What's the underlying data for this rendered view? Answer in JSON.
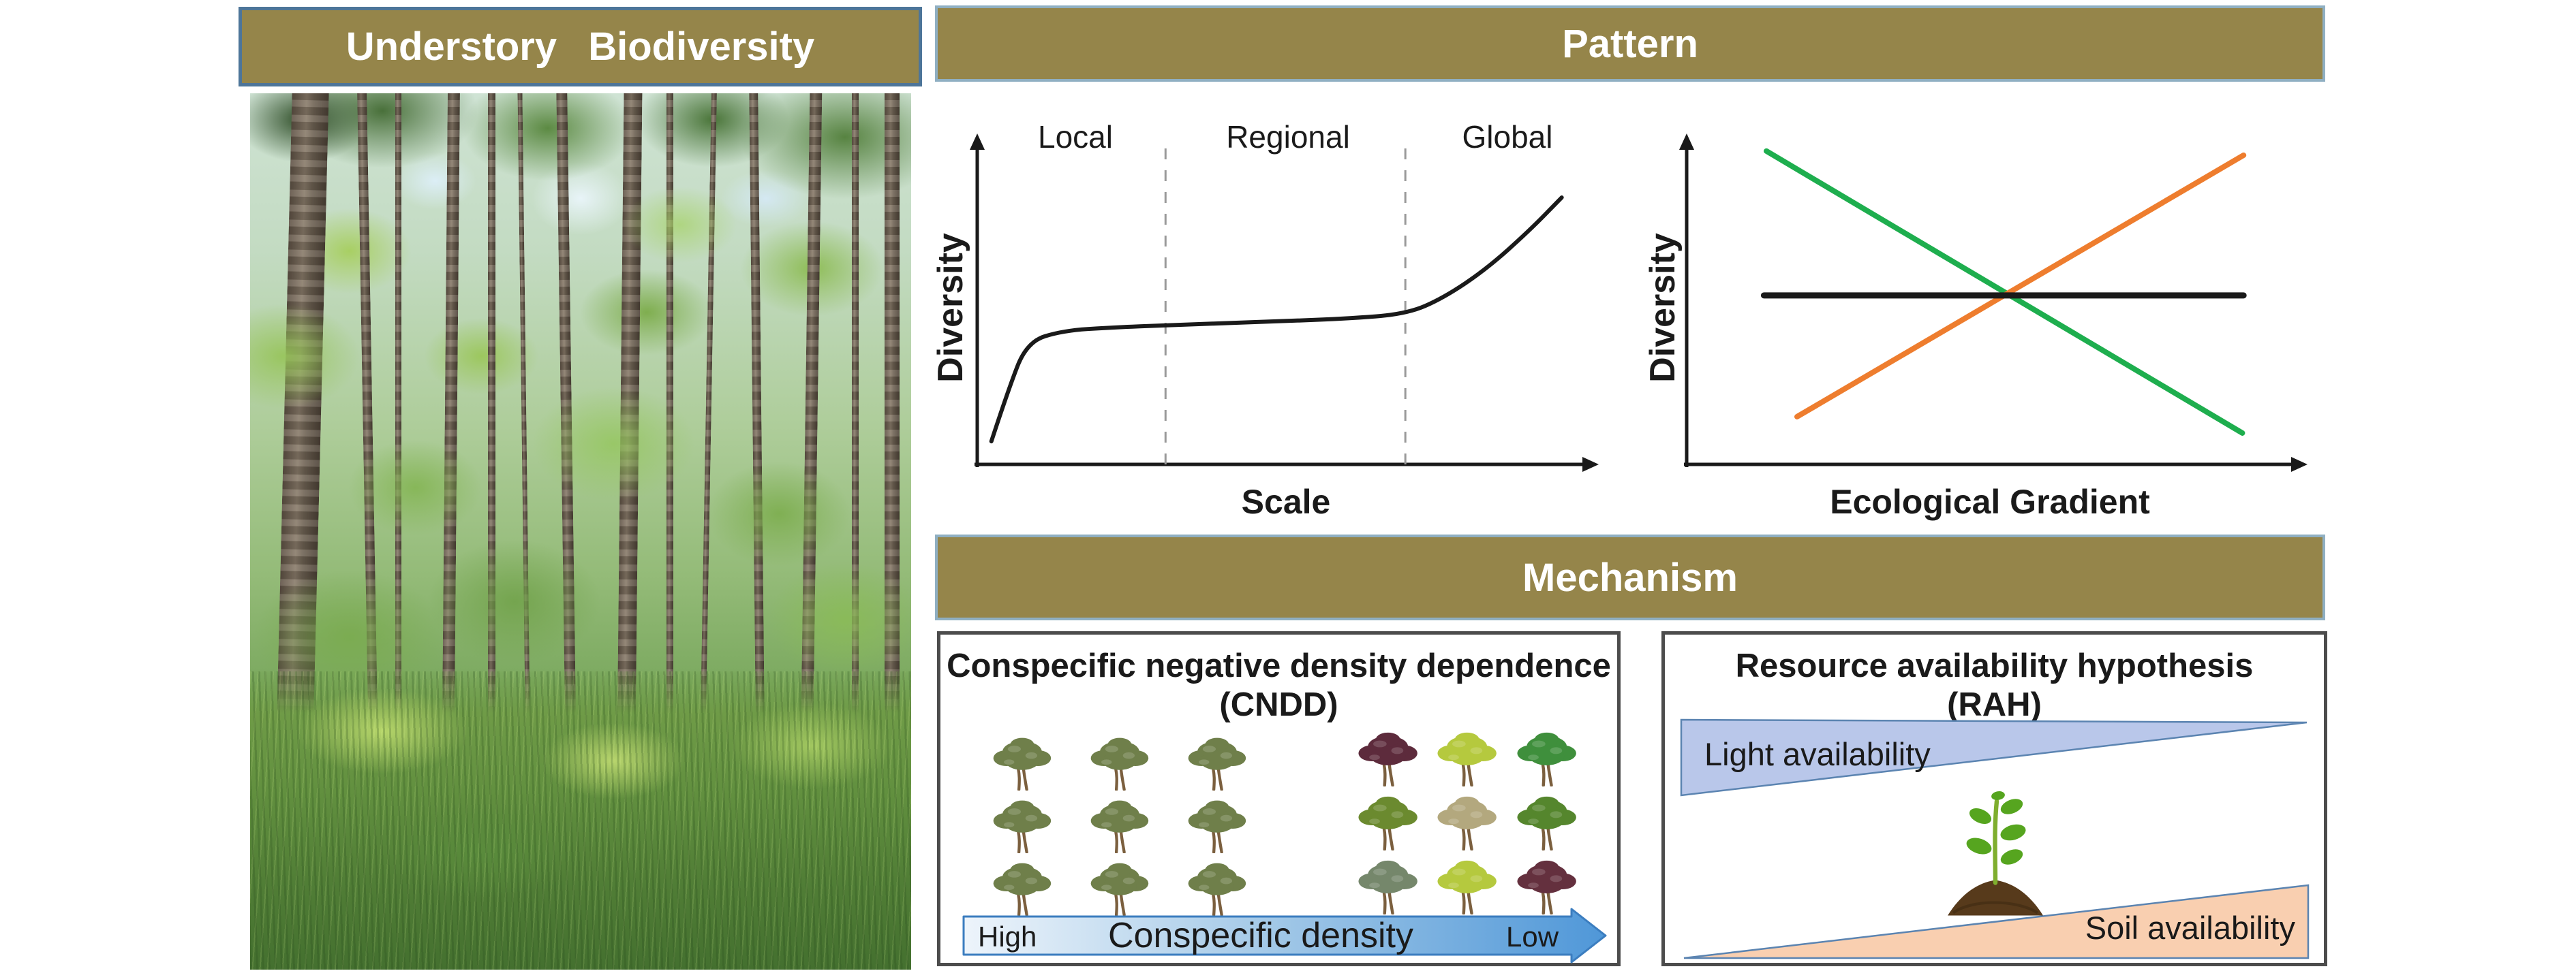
{
  "colors": {
    "header_bg": "#95854a",
    "left_header_border": "#4d7599",
    "right_header_border": "#8fafc2",
    "panel_border": "#4c4c4c",
    "arrow_gradient_start": "#edf4fb",
    "arrow_gradient_end": "#4f97d8",
    "arrow_border": "#3b7dbf",
    "light_wedge_fill": "#b9c7ea",
    "soil_wedge_fill": "#f9cfb0",
    "wedge_border": "#5b84b1",
    "line_green": "#1eae4e",
    "line_orange": "#ee7d2e",
    "line_black": "#1a1a1a"
  },
  "left_panel": {
    "header_label": "Understory Biodiversity",
    "photo_alt": "Forest interior photograph: tall slender tree trunks with green canopy and dense green understory vegetation"
  },
  "pattern": {
    "header_label": "Pattern",
    "scale_chart": {
      "ylabel": "Diversity",
      "xlabel": "Scale",
      "regions": [
        "Local",
        "Regional",
        "Global"
      ]
    },
    "gradient_chart": {
      "ylabel": "Diversity",
      "xlabel": "Ecological Gradient"
    }
  },
  "mechanism": {
    "header_label": "Mechanism",
    "cndd": {
      "title": "Conspecific negative density dependence",
      "abbrev": "(CNDD)",
      "high_label": "High",
      "axis_label": "Conspecific density",
      "low_label": "Low",
      "monoculture_grid": {
        "rows": 3,
        "cols": 3,
        "color": "#6f7f4a"
      },
      "diverse_grid": {
        "rows": 3,
        "cols": 3,
        "colors": [
          [
            "#5d2b3c",
            "#b5c93e",
            "#3f8f3c"
          ],
          [
            "#6b8a2f",
            "#b3a87e",
            "#55862d"
          ],
          [
            "#75876b",
            "#b5c93e",
            "#64303e"
          ]
        ]
      }
    },
    "rah": {
      "title": "Resource availability hypothesis",
      "abbrev": "(RAH)",
      "light_label": "Light availability",
      "soil_label": "Soil availability"
    }
  },
  "chart_data": [
    {
      "type": "line",
      "title": "Diversity across spatial scales",
      "xlabel": "Scale",
      "ylabel": "Diversity",
      "x_axis": "qualitative, no ticks (Local to Regional to Global)",
      "y_axis": "qualitative, no ticks",
      "region_labels": [
        "Local",
        "Regional",
        "Global"
      ],
      "dividers": [
        0.307,
        0.698
      ],
      "legend": "none",
      "grid": "off",
      "series": [
        {
          "name": "diversity-vs-scale",
          "color": "#1a1a1a",
          "width": 6,
          "x": [
            0.023,
            0.05,
            0.081,
            0.14,
            0.22,
            0.31,
            0.46,
            0.6,
            0.7,
            0.76,
            0.83,
            0.9,
            0.953
          ],
          "y": [
            0.072,
            0.23,
            0.383,
            0.418,
            0.428,
            0.435,
            0.445,
            0.455,
            0.47,
            0.52,
            0.61,
            0.73,
            0.834
          ]
        }
      ]
    },
    {
      "type": "line",
      "title": "Alternative diversity responses along an ecological gradient",
      "xlabel": "Ecological Gradient",
      "ylabel": "Diversity",
      "x_axis": "qualitative, no ticks",
      "y_axis": "qualitative, no ticks",
      "legend": "none",
      "grid": "off",
      "series": [
        {
          "name": "decreasing-diversity",
          "color": "#1eae4e",
          "width": 8,
          "x": [
            0.13,
            0.906
          ],
          "y": [
            0.979,
            0.098
          ]
        },
        {
          "name": "increasing-diversity",
          "color": "#ee7d2e",
          "width": 8,
          "x": [
            0.18,
            0.908
          ],
          "y": [
            0.149,
            0.966
          ]
        },
        {
          "name": "constant-diversity",
          "color": "#1a1a1a",
          "width": 9,
          "x": [
            0.126,
            0.908
          ],
          "y": [
            0.528,
            0.528
          ]
        }
      ]
    }
  ]
}
